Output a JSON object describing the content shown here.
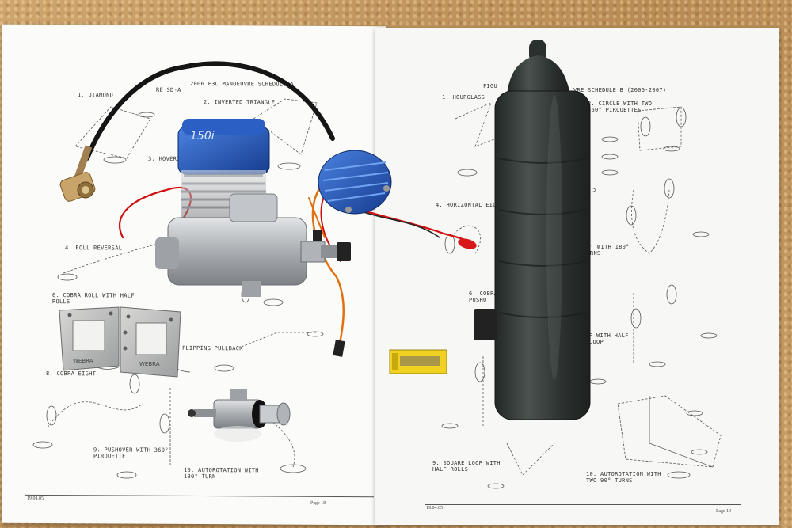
{
  "left_page": {
    "header": "2006 F3C MANOEUVRE SCHEDULE A",
    "header_prefix": "RE SD-A",
    "items": [
      "1. DIAMOND",
      "2. INVERTED TRIANGLE",
      "3. HOVERING",
      "4. ROLL REVERSAL",
      "6. COBRA ROLL WITH HALF ROLLS",
      "FLIPPING PULLBACK",
      "8. COBRA EIGHT",
      "9. PUSHOVER WITH 360° PIROUETTE",
      "10. AUTOROTATION WITH 180° TURN"
    ],
    "footer_date": "19.04.05",
    "footer_page": "Page 18"
  },
  "right_page": {
    "header_prefix": "FIGU",
    "header": "VRE SCHEDULE B (2006-2007)",
    "items": [
      "1. HOURGLASS",
      "2. CIRCLE WITH TWO 360° PIROUETTES",
      "4. HORIZONTAL EIGHT",
      "'M' WITH 180° TURNS",
      "6. COBRA PUSHO",
      "P WITH HALF LOOP",
      "9. SQUARE LOOP WITH HALF ROLLS",
      "10. AUTOROTATION WITH TWO 90° TURNS"
    ],
    "footer_date": "19.04.05",
    "footer_page": "Page 19"
  },
  "engine": {
    "badge": "150i",
    "colors": {
      "head": "#1f4fb0",
      "body": "#b8bcc0"
    }
  },
  "mount_plate": {
    "label_a": "WEBRA",
    "label_b": "WEBRA"
  },
  "colors": {
    "muffler": "#2e3432",
    "wire_red": "#d01010",
    "wire_orange": "#e07010",
    "spark_box": "#f0d020"
  }
}
